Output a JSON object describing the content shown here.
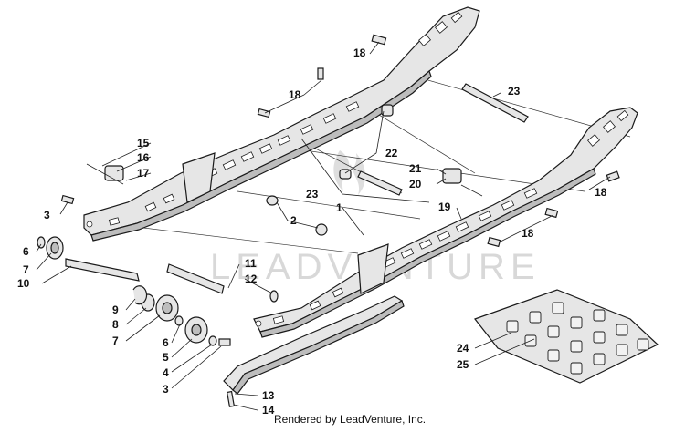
{
  "callouts": {
    "c1": "1",
    "c2": "2",
    "c3a": "3",
    "c3b": "3",
    "c4": "4",
    "c5": "5",
    "c6a": "6",
    "c6b": "6",
    "c7a": "7",
    "c7b": "7",
    "c8": "8",
    "c9": "9",
    "c10": "10",
    "c11": "11",
    "c12": "12",
    "c13": "13",
    "c14": "14",
    "c15": "15",
    "c16": "16",
    "c17": "17",
    "c18a": "18",
    "c18b": "18",
    "c18c": "18",
    "c18d": "18",
    "c19": "19",
    "c20": "20",
    "c21": "21",
    "c22": "22",
    "c23a": "23",
    "c23b": "23",
    "c24": "24",
    "c25": "25"
  },
  "watermark": "LEADVENTURE",
  "credit": "Rendered by LeadVenture, Inc."
}
